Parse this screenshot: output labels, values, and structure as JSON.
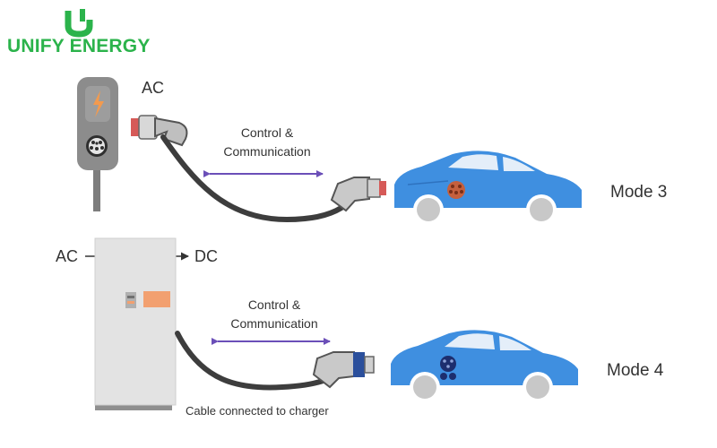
{
  "brand": {
    "name": "UNIFY ENERGY",
    "logo_letter": "U"
  },
  "colors": {
    "brand_green": "#2bb34b",
    "car_blue": "#3f8fe0",
    "arrow_purple": "#6b4fb8",
    "wallbox_grey": "#8a8a8a",
    "charger_grey": "#e3e3e3"
  },
  "mode3": {
    "supply_label": "AC",
    "link_label_line1": "Control &",
    "link_label_line2": "Communication",
    "mode_label": "Mode 3"
  },
  "mode4": {
    "input_label": "AC",
    "output_label": "DC",
    "link_label_line1": "Control &",
    "link_label_line2": "Communication",
    "cable_caption": "Cable connected to charger",
    "mode_label": "Mode 4"
  },
  "icons": [
    "lightning-icon",
    "ac-socket-icon",
    "type2-inlet-icon",
    "ccs-inlet-icon"
  ]
}
